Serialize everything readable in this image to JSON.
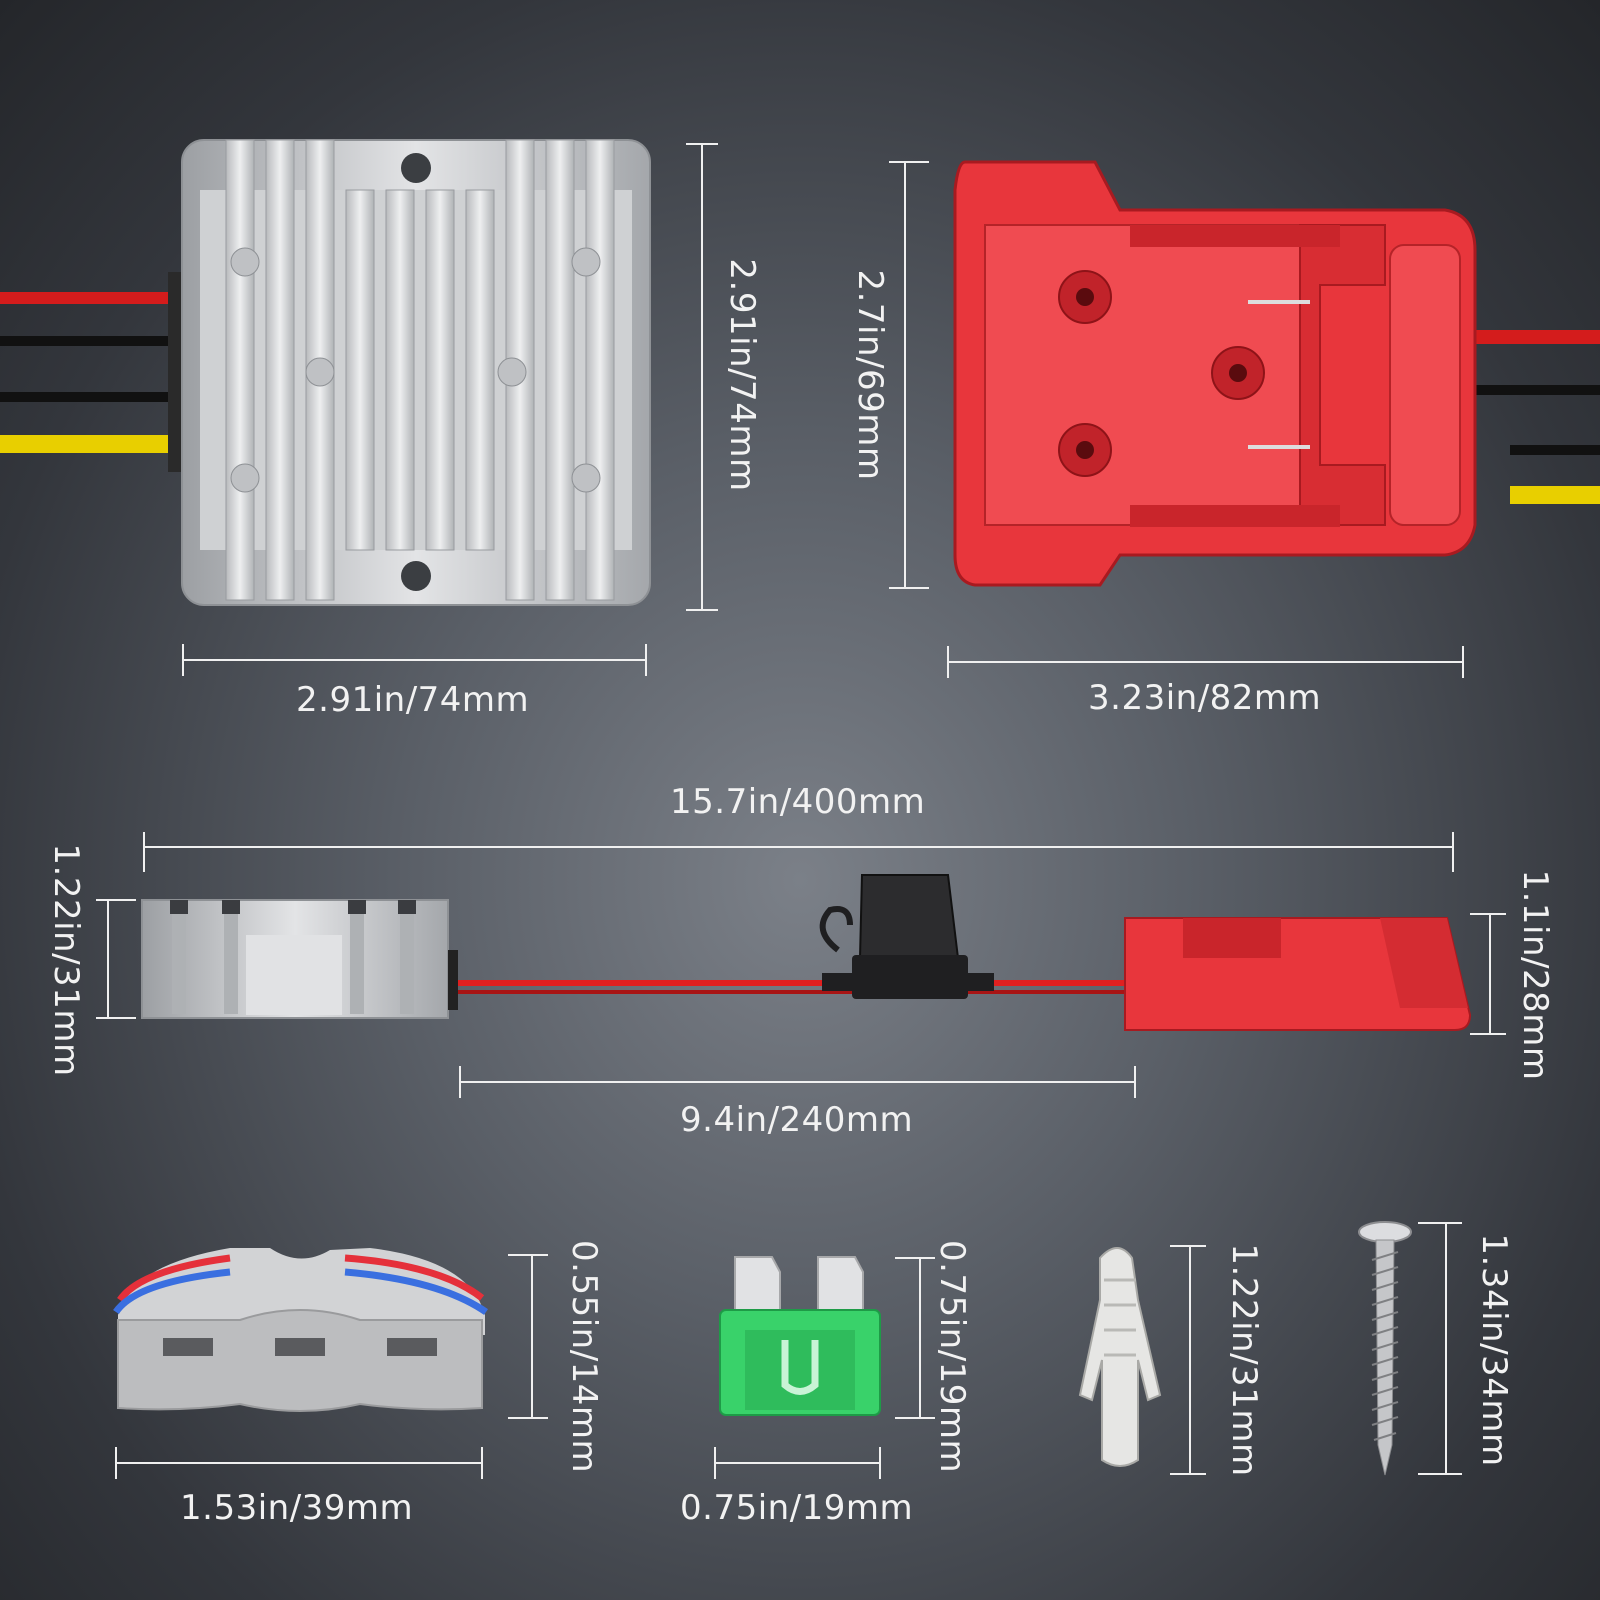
{
  "colors": {
    "dimension_line": "#f0f0f0",
    "label_text": "#f2f2f2",
    "converter_silver": "#c9cbcd",
    "adapter_red": "#e8363c",
    "wire_red": "#e02020",
    "wire_yellow": "#e8cf00",
    "fuse_green": "#39d26a",
    "connector_grey": "#b8b9bb"
  },
  "items": {
    "converter": {
      "icon": "dc-converter-icon",
      "width_label": "2.91in/74mm",
      "height_label": "2.91in/74mm"
    },
    "battery_adapter": {
      "icon": "battery-adapter-icon",
      "width_label": "3.23in/82mm",
      "height_label": "2.7in/69mm"
    },
    "cable_assembly": {
      "icon": "cable-assembly-icon",
      "total_length_label": "15.7in/400mm",
      "wire_length_label": "9.4in/240mm",
      "left_height_label": "1.22in/31mm",
      "right_height_label": "1.1in/28mm"
    },
    "wire_connector": {
      "icon": "lever-connector-icon",
      "width_label": "1.53in/39mm",
      "height_label": "0.55in/14mm"
    },
    "fuse": {
      "icon": "blade-fuse-icon",
      "width_label": "0.75in/19mm",
      "height_label": "0.75in/19mm"
    },
    "wall_anchor": {
      "icon": "wall-anchor-icon",
      "height_label": "1.22in/31mm"
    },
    "screw": {
      "icon": "screw-icon",
      "height_label": "1.34in/34mm"
    }
  }
}
